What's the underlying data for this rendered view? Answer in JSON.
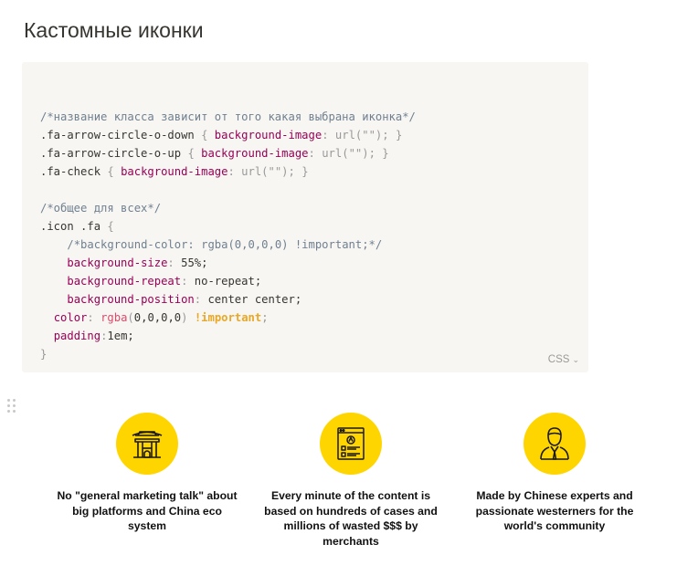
{
  "page": {
    "title": "Кастомные иконки"
  },
  "code_block": {
    "language": "CSS",
    "lines": [
      [],
      [
        {
          "c": "tok-comment",
          "t": "/*название класса зависит от того какая выбрана иконка*/"
        }
      ],
      [
        {
          "c": "tok-plain",
          "t": ".fa-arrow-circle-o-down "
        },
        {
          "c": "tok-punct",
          "t": "{"
        },
        {
          "c": "tok-plain",
          "t": " "
        },
        {
          "c": "tok-prop",
          "t": "background-image"
        },
        {
          "c": "tok-punct",
          "t": ":"
        },
        {
          "c": "tok-plain",
          "t": " "
        },
        {
          "c": "tok-punct",
          "t": "url(\"\");"
        },
        {
          "c": "tok-plain",
          "t": " "
        },
        {
          "c": "tok-punct",
          "t": "}"
        }
      ],
      [
        {
          "c": "tok-plain",
          "t": ".fa-arrow-circle-o-up "
        },
        {
          "c": "tok-punct",
          "t": "{"
        },
        {
          "c": "tok-plain",
          "t": " "
        },
        {
          "c": "tok-prop",
          "t": "background-image"
        },
        {
          "c": "tok-punct",
          "t": ":"
        },
        {
          "c": "tok-plain",
          "t": " "
        },
        {
          "c": "tok-punct",
          "t": "url(\"\");"
        },
        {
          "c": "tok-plain",
          "t": " "
        },
        {
          "c": "tok-punct",
          "t": "}"
        }
      ],
      [
        {
          "c": "tok-plain",
          "t": ".fa-check "
        },
        {
          "c": "tok-punct",
          "t": "{"
        },
        {
          "c": "tok-plain",
          "t": " "
        },
        {
          "c": "tok-prop",
          "t": "background-image"
        },
        {
          "c": "tok-punct",
          "t": ":"
        },
        {
          "c": "tok-plain",
          "t": " "
        },
        {
          "c": "tok-punct",
          "t": "url(\"\");"
        },
        {
          "c": "tok-plain",
          "t": " "
        },
        {
          "c": "tok-punct",
          "t": "}"
        }
      ],
      [],
      [
        {
          "c": "tok-comment",
          "t": "/*общее для всех*/"
        }
      ],
      [
        {
          "c": "tok-plain",
          "t": ".icon .fa "
        },
        {
          "c": "tok-punct",
          "t": "{"
        }
      ],
      [
        {
          "c": "tok-plain",
          "t": "    "
        },
        {
          "c": "tok-comment",
          "t": "/*background-color: rgba(0,0,0,0) !important;*/"
        }
      ],
      [
        {
          "c": "tok-plain",
          "t": "    "
        },
        {
          "c": "tok-prop",
          "t": "background-size"
        },
        {
          "c": "tok-punct",
          "t": ":"
        },
        {
          "c": "tok-plain",
          "t": " 55%;"
        }
      ],
      [
        {
          "c": "tok-plain",
          "t": "    "
        },
        {
          "c": "tok-prop",
          "t": "background-repeat"
        },
        {
          "c": "tok-punct",
          "t": ":"
        },
        {
          "c": "tok-plain",
          "t": " no-repeat;"
        }
      ],
      [
        {
          "c": "tok-plain",
          "t": "    "
        },
        {
          "c": "tok-prop",
          "t": "background-position"
        },
        {
          "c": "tok-punct",
          "t": ":"
        },
        {
          "c": "tok-plain",
          "t": " center center;"
        }
      ],
      [
        {
          "c": "tok-plain",
          "t": "  "
        },
        {
          "c": "tok-prop",
          "t": "color"
        },
        {
          "c": "tok-punct",
          "t": ":"
        },
        {
          "c": "tok-plain",
          "t": " "
        },
        {
          "c": "tok-fn",
          "t": "rgba"
        },
        {
          "c": "tok-punct",
          "t": "("
        },
        {
          "c": "tok-plain",
          "t": "0,0,0,0"
        },
        {
          "c": "tok-punct",
          "t": ")"
        },
        {
          "c": "tok-plain",
          "t": " "
        },
        {
          "c": "tok-important",
          "t": "!important"
        },
        {
          "c": "tok-punct",
          "t": ";"
        }
      ],
      [
        {
          "c": "tok-plain",
          "t": "  "
        },
        {
          "c": "tok-prop",
          "t": "padding"
        },
        {
          "c": "tok-punct",
          "t": ":"
        },
        {
          "c": "tok-plain",
          "t": "1em;"
        }
      ],
      [
        {
          "c": "tok-punct",
          "t": "}"
        }
      ]
    ]
  },
  "features": [
    {
      "icon": "chinese-gate-icon",
      "caption": "No \"general marketing talk\" about big platforms and China eco system"
    },
    {
      "icon": "web-document-icon",
      "caption": "Every minute of the content is based on hundreds of cases and millions of wasted $$$ by merchants"
    },
    {
      "icon": "businessman-icon",
      "caption": "Made by Chinese experts and passionate westerners for the world's community"
    }
  ],
  "colors": {
    "icon_circle": "#ffd500",
    "code_background": "#f7f6f3",
    "icon_stroke": "#1a1a1a"
  }
}
